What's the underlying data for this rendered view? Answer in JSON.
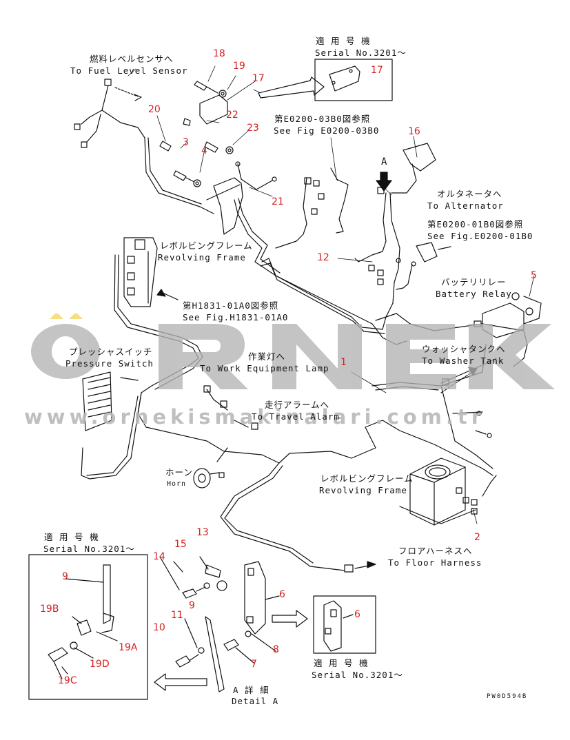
{
  "labels": {
    "fuel_jp": "燃料レベルセンサへ",
    "fuel_en": "To Fuel Level Sensor",
    "serial_top_jp": "適 用 号 機",
    "serial_top_en": "Serial No.3201～",
    "see_e0200_03b0_jp": "第E0200-03B0図参照",
    "see_e0200_03b0_en": "See Fig E0200-03B0",
    "alt_jp": "オルタネータへ",
    "alt_en": "To Alternator",
    "see_e0200_01b0_jp": "第E0200-01B0図参照",
    "see_e0200_01b0_en": "See Fig.E0200-01B0",
    "revframe1_jp": "レボルビングフレーム",
    "revframe1_en": "Revolving Frame",
    "battery_jp": "バッテリリレー",
    "battery_en": "Battery Relay",
    "see_h1831_jp": "第H1831-01A0図参照",
    "see_h1831_en": "See Fig.H1831-01A0",
    "pressure_jp": "プレッシャスイッチ",
    "pressure_en": "Pressure Switch",
    "worklamp_jp": "作業灯へ",
    "worklamp_en": "To Work Equipment Lamp",
    "washer_jp": "ウォッシャタンクへ",
    "washer_en": "To Washer Tank",
    "travel_jp": "走行アラームへ",
    "travel_en": "To Travel Alarm",
    "horn_jp": "ホーン",
    "horn_en": "Horn",
    "revframe2_jp": "レボルビングフレーム",
    "revframe2_en": "Revolving Frame",
    "floor_jp": "フロアハーネスへ",
    "floor_en": "To Floor Harness",
    "serial_left_jp": "適 用 号 機",
    "serial_left_en": "Serial No.3201～",
    "serial_bottom_jp": "適 用 号 機",
    "serial_bottom_en": "Serial No.3201～",
    "detail_jp": "A 詳 細",
    "detail_en": "Detail A",
    "view_a": "A",
    "drawing_code": "PW0D594B"
  },
  "part_numbers": {
    "p18": "18",
    "p19": "19",
    "p17a": "17",
    "p17b": "17",
    "p20": "20",
    "p22": "22",
    "p3": "3",
    "p23": "23",
    "p4": "4",
    "p21": "21",
    "p16": "16",
    "p12": "12",
    "p5": "5",
    "p1": "1",
    "p2": "2",
    "p9a": "9",
    "p19b": "19B",
    "p19a": "19A",
    "p19d": "19D",
    "p19c": "19C",
    "p14": "14",
    "p15": "15",
    "p13": "13",
    "p9b": "9",
    "p11": "11",
    "p10": "10",
    "p6a": "6",
    "p8": "8",
    "p7": "7",
    "p6b": "6"
  },
  "watermark": {
    "brand": "ÖRNEK",
    "url": "www.ornekismakinalari.com.tr",
    "color": "#b0b0b0",
    "accent": "#f2d35a"
  }
}
